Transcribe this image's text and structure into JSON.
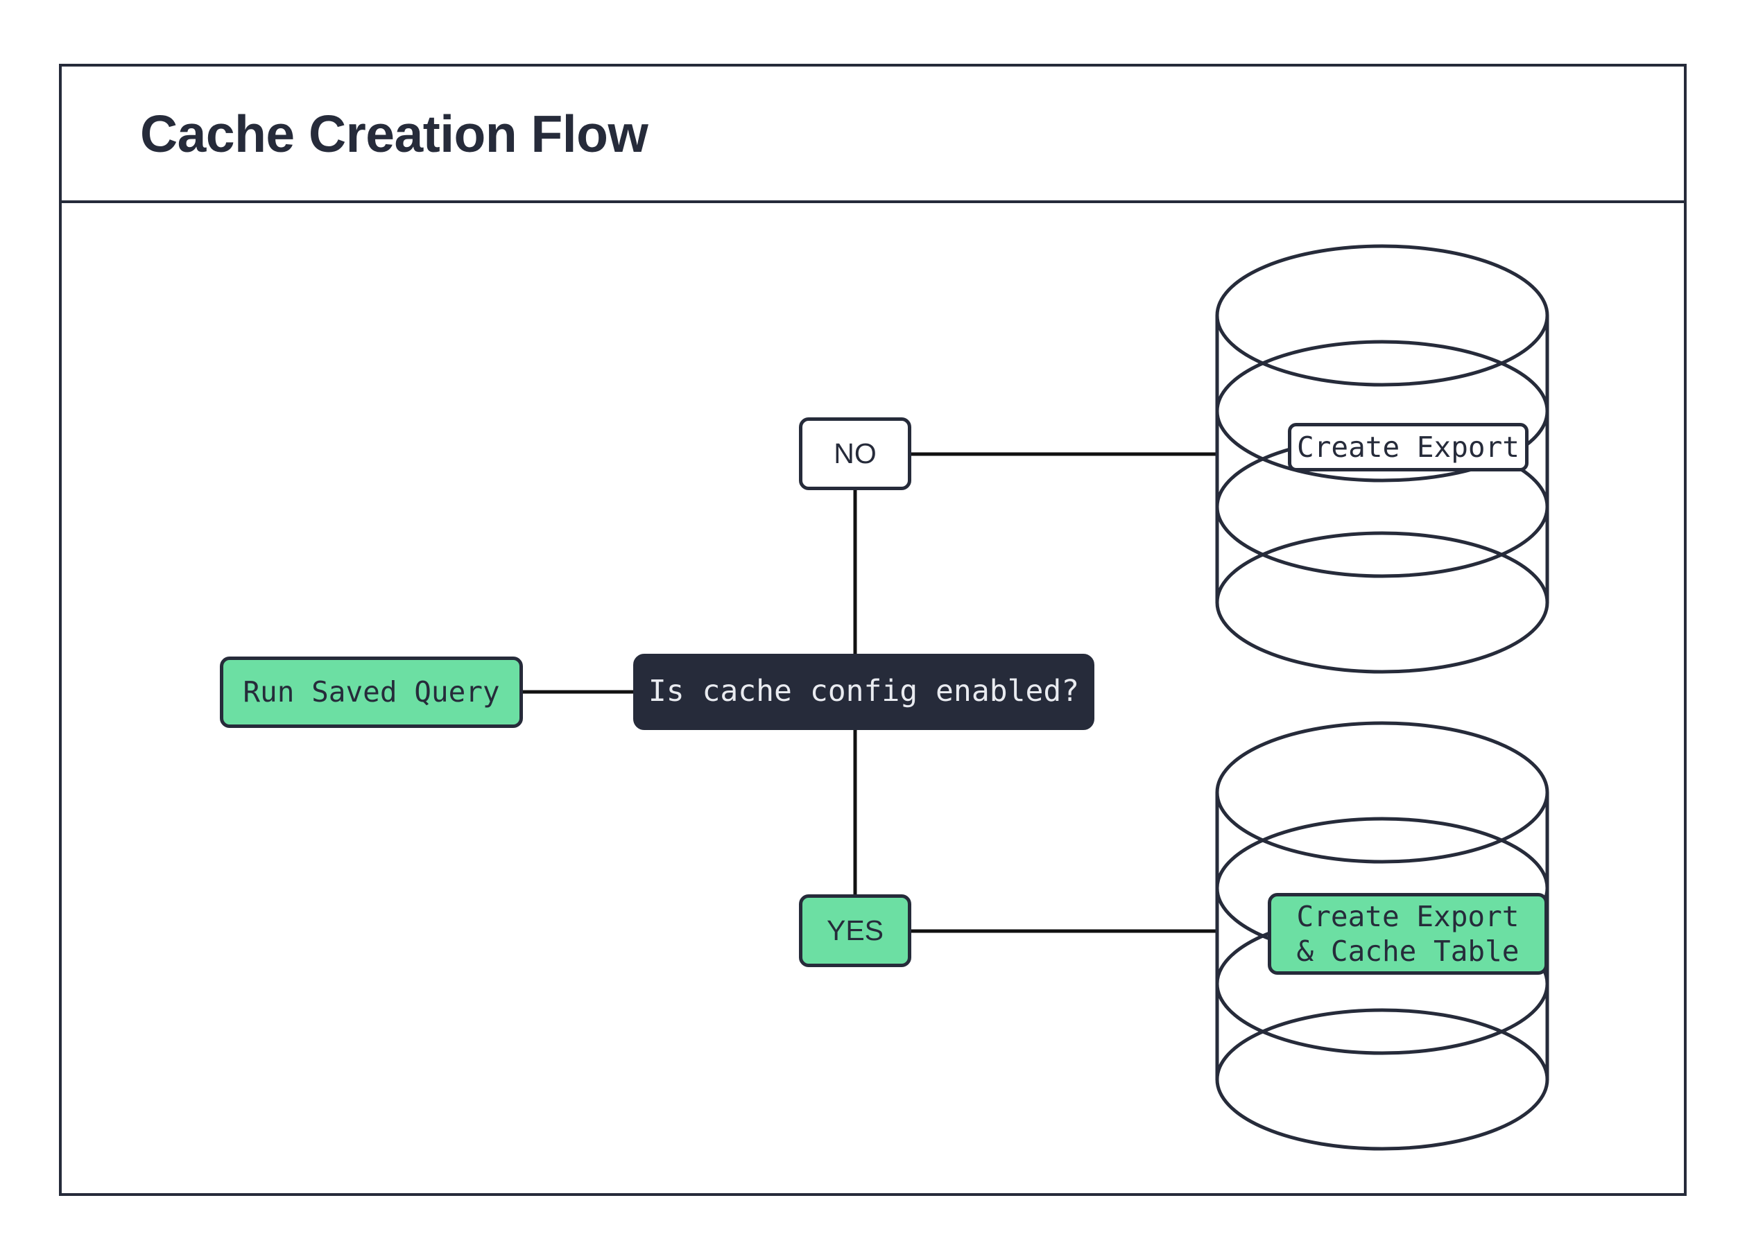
{
  "diagram": {
    "title": "Cache Creation Flow",
    "accent_green": "#6CDFA3",
    "ink": "#262B3A",
    "background": "#FFFFFF"
  },
  "nodes": {
    "start": {
      "label": "Run Saved Query",
      "style": "green"
    },
    "decision": {
      "label": "Is cache config enabled?",
      "style": "dark"
    },
    "branch_no": {
      "label": "NO",
      "style": "white"
    },
    "branch_yes": {
      "label": "YES",
      "style": "green"
    }
  },
  "datastores": {
    "top": {
      "name": "database-cylinder-export",
      "label": "Create Export",
      "label_style": "white"
    },
    "bottom": {
      "name": "database-cylinder-export-cache",
      "label": "Create Export\n& Cache Table",
      "label_style": "green"
    }
  },
  "connectors": [
    {
      "from": "start",
      "to": "decision",
      "orientation": "horizontal"
    },
    {
      "from": "decision",
      "to": "branch_no",
      "orientation": "vertical"
    },
    {
      "from": "decision",
      "to": "branch_yes",
      "orientation": "vertical"
    },
    {
      "from": "branch_no",
      "to": "datastore_top",
      "orientation": "horizontal"
    },
    {
      "from": "branch_yes",
      "to": "datastore_bottom",
      "orientation": "horizontal"
    }
  ]
}
